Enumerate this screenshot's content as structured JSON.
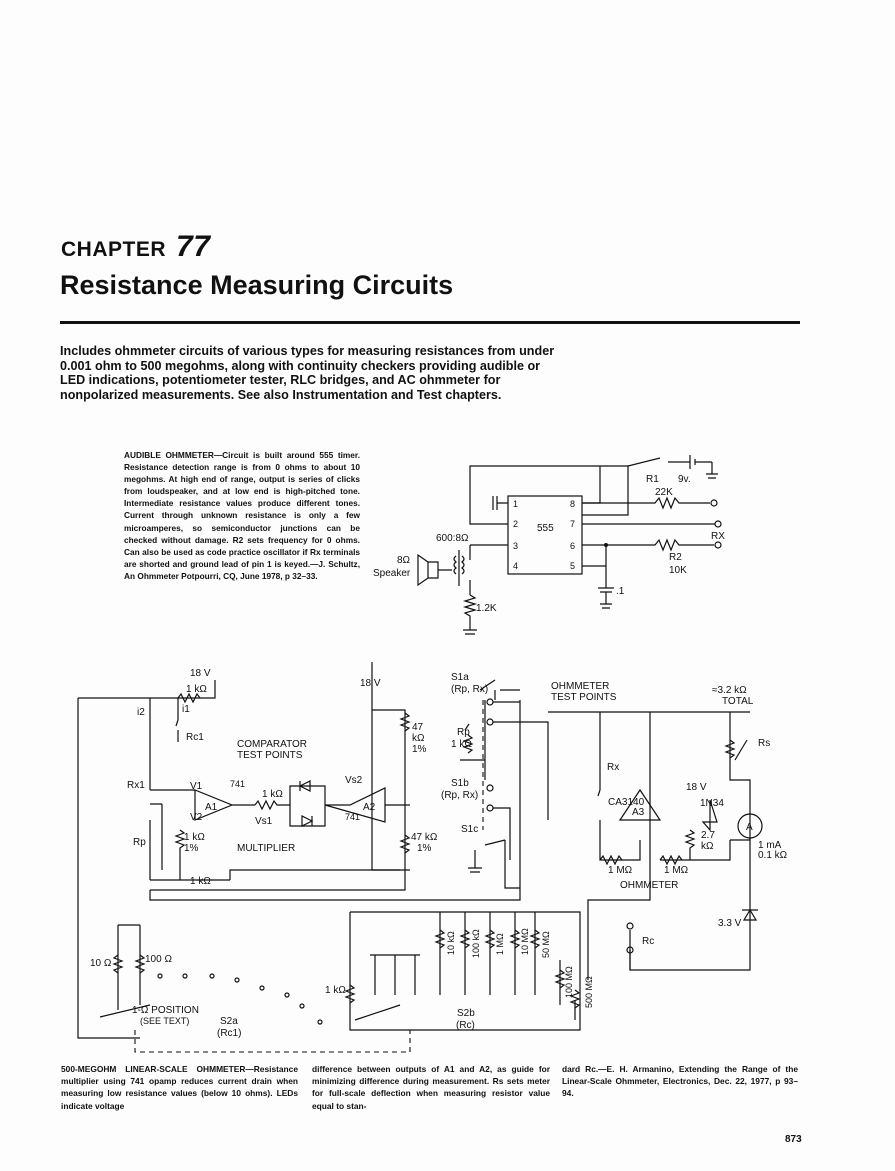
{
  "chapter": {
    "label": "CHAPTER",
    "number": "77",
    "title": "Resistance Measuring Circuits"
  },
  "intro": "Includes ohmmeter circuits of various types for measuring resistances from under 0.001 ohm to 500 megohms, along with continuity checkers providing audible or LED indications, potentiometer tester, RLC bridges, and AC ohmmeter for nonpolarized measurements. See also Instrumentation and Test chapters.",
  "audible_ohmmeter": {
    "caption": "AUDIBLE OHMMETER—Circuit is built around 555 timer. Resistance detection range is from 0 ohms to about 10 megohms. At high end of range, output is series of clicks from loudspeaker, and at low end is high-pitched tone. Intermediate resistance values produce different tones. Current through unknown resistance is only a few microamperes, so semiconductor junctions can be checked without damage. R2 sets frequency for 0 ohms. Can also be used as code practice oscillator if Rx terminals are shorted and ground lead of pin 1 is keyed.—J. Schultz, An Ohmmeter Potpourri, CQ, June 1978, p 32–33.",
    "labels": {
      "ic": "555",
      "transformer": "600:8Ω",
      "speaker_ohms": "8Ω",
      "speaker": "Speaker",
      "r1": "R1",
      "r1_value": "22K",
      "battery": "9v.",
      "r2": "R2",
      "r2_value": "10K",
      "rx": "RX",
      "cap": ".1",
      "resistor": "1.2K",
      "pins": [
        "1",
        "2",
        "3",
        "4",
        "8",
        "7",
        "6",
        "5"
      ]
    }
  },
  "linear_ohmmeter": {
    "labels": {
      "v18_a": "18 V",
      "v18_b": "18 V",
      "v18_c": "18 V",
      "r_1k_top": "1 kΩ",
      "i1": "i1",
      "i2": "i2",
      "rc1": "Rc1",
      "rx1": "Rx1",
      "rp": "Rp",
      "comparator_1": "COMPARATOR",
      "comparator_2": "TEST POINTS",
      "v1": "V1",
      "v2": "V2",
      "a1": "A1",
      "op741_a": "741",
      "op741_b": "741",
      "a2": "A2",
      "vs1": "Vs1",
      "vs2": "Vs2",
      "r_1k_mid": "1 kΩ",
      "r_1k_pct": "1 kΩ",
      "pct_a": "1%",
      "multiplier": "MULTIPLIER",
      "r_1k_bot": "1 kΩ",
      "r47_a": "47",
      "r47_b": "kΩ",
      "pct_b": "1%",
      "r47k": "47 kΩ",
      "pct_c": "1%",
      "s1a": "S1a",
      "s1a_sub": "(Rp, Rx)",
      "rp2": "Rp",
      "r_1k_rp": "1 kΩ",
      "s1b": "S1b",
      "s1b_sub": "(Rp, Rx)",
      "s1c": "S1c",
      "ohm_tp_1": "OHMMETER",
      "ohm_tp_2": "TEST POINTS",
      "total_1": "≈3.2 kΩ",
      "total_2": "TOTAL",
      "rs": "Rs",
      "rx": "Rx",
      "ca3140": "CA3140",
      "a3": "A3",
      "in34": "1N34",
      "r27": "2.7",
      "r27_unit": "kΩ",
      "meter": "A",
      "meter_1": "1 mA",
      "meter_2": "0.1 kΩ",
      "m1": "1 MΩ",
      "m2": "1 MΩ",
      "ohmmeter": "OHMMETER",
      "v33": "3.3 V",
      "rc": "Rc",
      "r10": "10 Ω",
      "r100": "100 Ω",
      "pos1": "1-Ω POSITION",
      "seetext": "(SEE TEXT)",
      "s2a": "S2a",
      "s2a_sub": "(Rc1)",
      "r_1k_s2": "1 kΩ",
      "s2b": "S2b",
      "s2b_sub": "(Rc)",
      "ladder": [
        "10 kΩ",
        "100 kΩ",
        "1 MΩ",
        "10 MΩ",
        "50 MΩ",
        "100 MΩ",
        "500 MΩ"
      ]
    }
  },
  "caption_bottom": {
    "col_a": "500-MEGOHM LINEAR-SCALE OHMMETER—Resistance multiplier using 741 opamp reduces current drain when measuring low resistance values (below 10 ohms). LEDs indicate voltage",
    "col_b": "difference between outputs of A1 and A2, as guide for minimizing difference during measurement. Rs sets meter for full-scale deflection when measuring resistor value equal to stan-",
    "col_c": "dard Rc.—E. H. Armanino, Extending the Range of the Linear-Scale Ohmmeter, Electronics, Dec. 22, 1977, p 93–94."
  },
  "page_number": "873"
}
